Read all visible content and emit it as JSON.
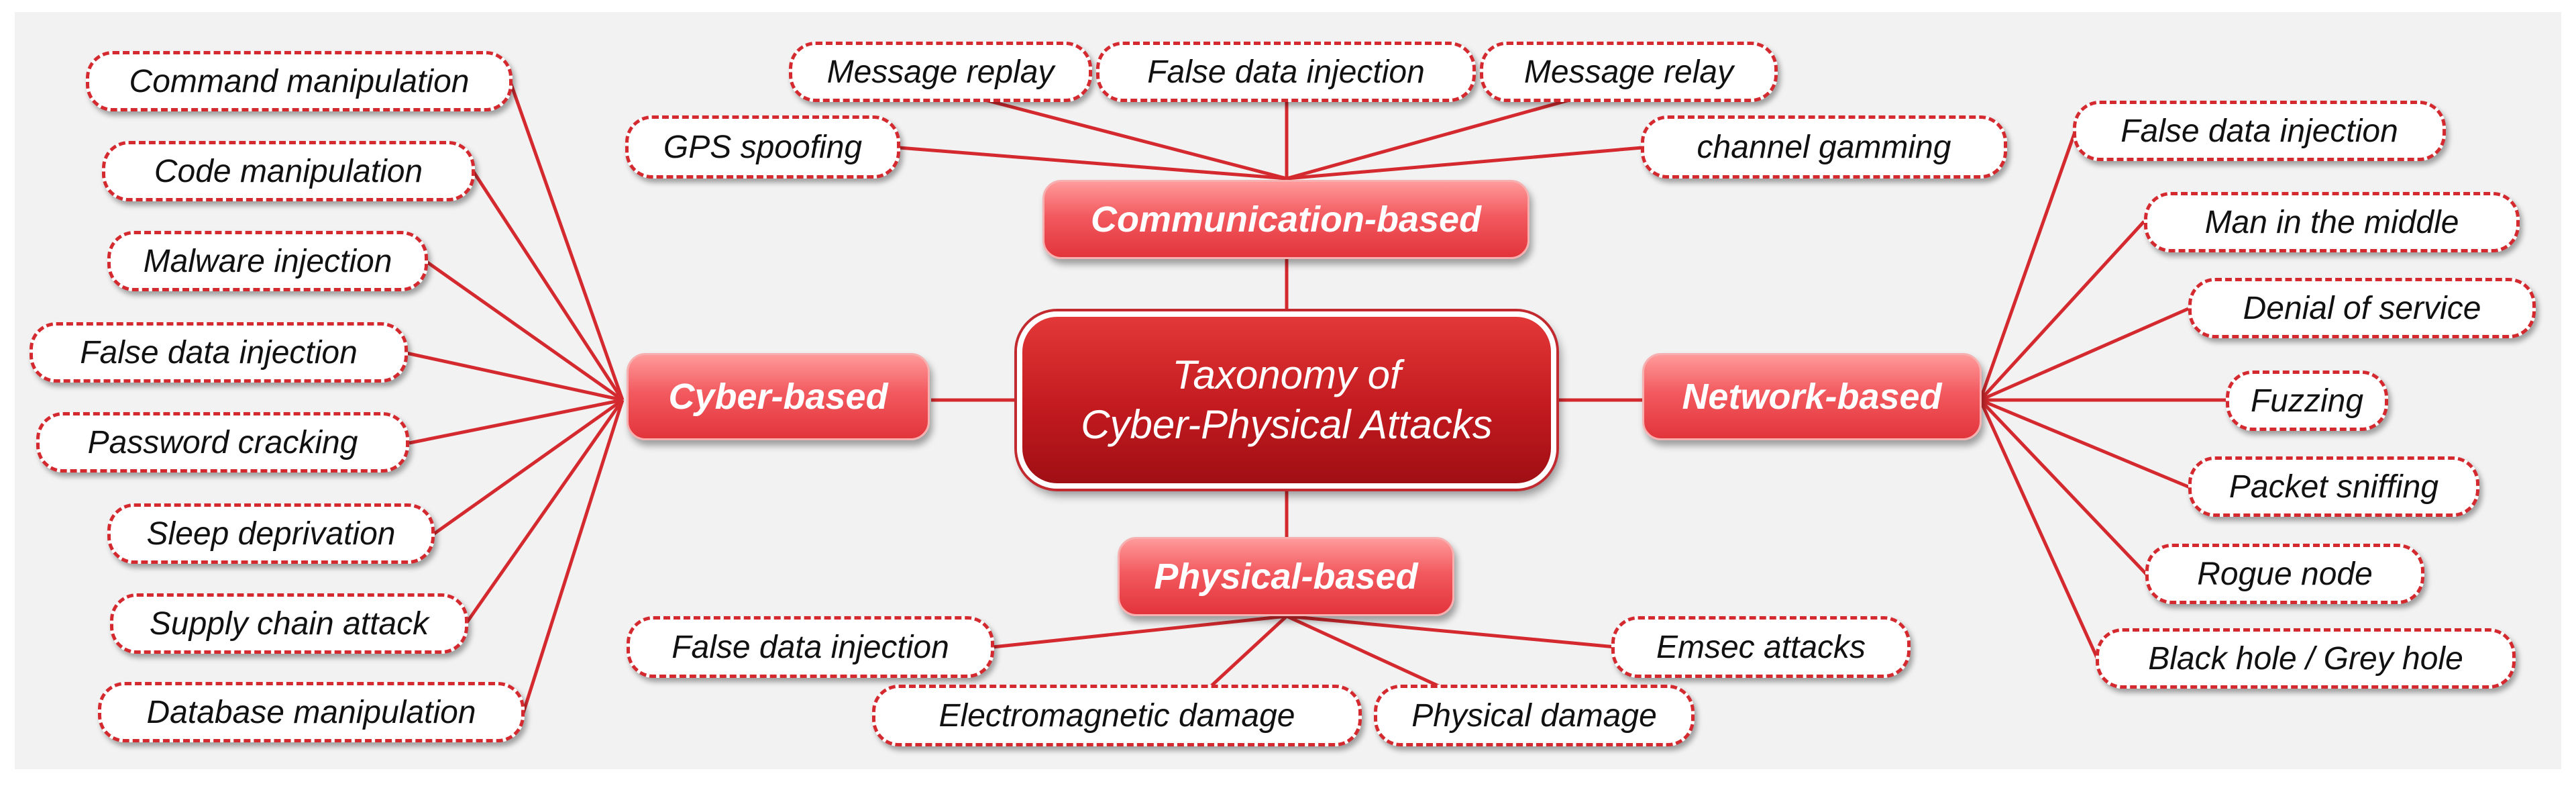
{
  "center": {
    "line1": "Taxonomy of",
    "line2": "Cyber-Physical Attacks"
  },
  "categories": {
    "communication": "Communication-based",
    "cyber": "Cyber-based",
    "network": "Network-based",
    "physical": "Physical-based"
  },
  "communication_leaves": [
    "Message replay",
    "False data injection",
    "Message relay",
    "GPS spoofing",
    "channel gamming"
  ],
  "cyber_leaves": [
    "Command manipulation",
    "Code manipulation",
    "Malware injection",
    "False data injection",
    "Password cracking",
    "Sleep deprivation",
    "Supply chain attack",
    "Database manipulation"
  ],
  "network_leaves": [
    "False data injection",
    "Man in the middle",
    "Denial of service",
    "Fuzzing",
    "Packet sniffing",
    "Rogue node",
    "Black hole / Grey hole"
  ],
  "physical_leaves": [
    "False data injection",
    "Emsec attacks",
    "Electromagnetic damage",
    "Physical damage"
  ],
  "colors": {
    "accent": "#d42a2f",
    "panel": "#f2f2f2",
    "center": "#c21a1f"
  }
}
